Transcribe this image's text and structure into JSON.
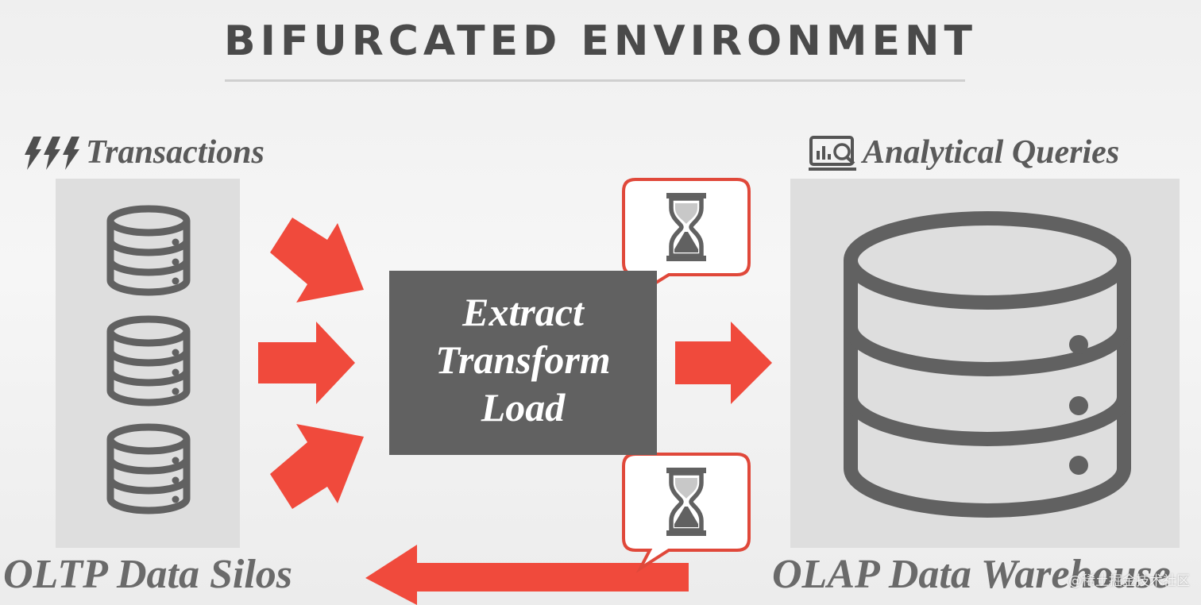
{
  "title": "BIFURCATED ENVIRONMENT",
  "left": {
    "header": "Transactions",
    "header_icon": "lightning-bolts-icon",
    "footer": "OLTP Data Silos",
    "databases": [
      "database-icon",
      "database-icon",
      "database-icon"
    ]
  },
  "center": {
    "etl_lines": [
      "Extract",
      "Transform",
      "Load"
    ],
    "wait_icon": "hourglass-icon"
  },
  "right": {
    "header": "Analytical Queries",
    "header_icon": "presentation-monitor-icon",
    "footer": "OLAP Data Warehouse"
  },
  "watermark": "@稀土掘金技术社区",
  "colors": {
    "arrow": "#f04a3c",
    "icon": "#616161",
    "panel": "#dedede",
    "etl_box": "#616161",
    "callout_border": "#e0483a"
  }
}
